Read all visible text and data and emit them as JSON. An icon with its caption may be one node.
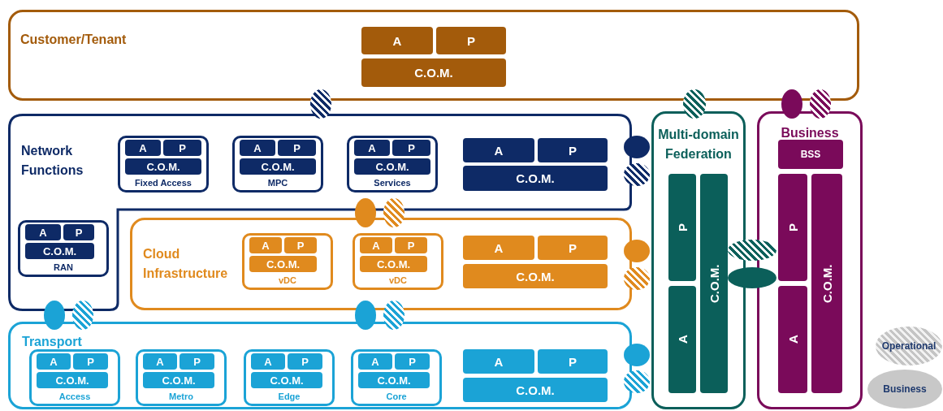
{
  "diagram": {
    "nodes": [
      {
        "text": [
          "Customer/Tenant"
        ]
      },
      {
        "text": [
          "A"
        ],
        "in": 0
      },
      {
        "text": [
          "P"
        ],
        "in": 0
      },
      {
        "text": [
          "C.O.M."
        ],
        "in": 0
      },
      {
        "text": [
          "Network Functions"
        ]
      },
      {
        "text": [
          "Fixed Access"
        ],
        "in": 4
      },
      {
        "text": [
          "A"
        ],
        "in": 5
      },
      {
        "text": [
          "P"
        ],
        "in": 5
      },
      {
        "text": [
          "C.O.M."
        ],
        "in": 5
      },
      {
        "text": [
          "MPC"
        ],
        "in": 4
      },
      {
        "text": [
          "A"
        ],
        "in": 9
      },
      {
        "text": [
          "P"
        ],
        "in": 9
      },
      {
        "text": [
          "C.O.M."
        ],
        "in": 9
      },
      {
        "text": [
          "Services"
        ],
        "in": 4
      },
      {
        "text": [
          "A"
        ],
        "in": 13
      },
      {
        "text": [
          "P"
        ],
        "in": 13
      },
      {
        "text": [
          "C.O.M."
        ],
        "in": 13
      },
      {
        "text": [
          "A"
        ],
        "in": 4
      },
      {
        "text": [
          "P"
        ],
        "in": 4
      },
      {
        "text": [
          "C.O.M."
        ],
        "in": 4
      },
      {
        "text": [
          "RAN"
        ],
        "in": 4
      },
      {
        "text": [
          "A"
        ],
        "in": 20
      },
      {
        "text": [
          "P"
        ],
        "in": 20
      },
      {
        "text": [
          "C.O.M."
        ],
        "in": 20
      },
      {
        "text": [
          "Cloud Infrastructure"
        ]
      },
      {
        "text": [
          "vDC"
        ],
        "in": 24
      },
      {
        "text": [
          "A"
        ],
        "in": 25
      },
      {
        "text": [
          "P"
        ],
        "in": 25
      },
      {
        "text": [
          "C.O.M."
        ],
        "in": 25
      },
      {
        "text": [
          "vDC"
        ],
        "in": 24
      },
      {
        "text": [
          "A"
        ],
        "in": 29
      },
      {
        "text": [
          "P"
        ],
        "in": 29
      },
      {
        "text": [
          "C.O.M."
        ],
        "in": 29
      },
      {
        "text": [
          "A"
        ],
        "in": 24
      },
      {
        "text": [
          "P"
        ],
        "in": 24
      },
      {
        "text": [
          "C.O.M."
        ],
        "in": 24
      },
      {
        "text": [
          "Transport"
        ]
      },
      {
        "text": [
          "Access"
        ],
        "in": 36
      },
      {
        "text": [
          "A"
        ],
        "in": 37
      },
      {
        "text": [
          "P"
        ],
        "in": 37
      },
      {
        "text": [
          "C.O.M."
        ],
        "in": 37
      },
      {
        "text": [
          "Metro"
        ],
        "in": 36
      },
      {
        "text": [
          "A"
        ],
        "in": 41
      },
      {
        "text": [
          "P"
        ],
        "in": 41
      },
      {
        "text": [
          "C.O.M."
        ],
        "in": 41
      },
      {
        "text": [
          "Edge"
        ],
        "in": 36
      },
      {
        "text": [
          "A"
        ],
        "in": 45
      },
      {
        "text": [
          "P"
        ],
        "in": 45
      },
      {
        "text": [
          "C.O.M."
        ],
        "in": 45
      },
      {
        "text": [
          "Core"
        ],
        "in": 36
      },
      {
        "text": [
          "A"
        ],
        "in": 49
      },
      {
        "text": [
          "P"
        ],
        "in": 49
      },
      {
        "text": [
          "C.O.M."
        ],
        "in": 49
      },
      {
        "text": [
          "A"
        ],
        "in": 36
      },
      {
        "text": [
          "P"
        ],
        "in": 36
      },
      {
        "text": [
          "C.O.M."
        ],
        "in": 36
      },
      {
        "text": [
          "Multi-domain Federation"
        ]
      },
      {
        "text": [
          "P"
        ],
        "in": 56
      },
      {
        "text": [
          "A"
        ],
        "in": 56
      },
      {
        "text": [
          "C.O.M."
        ],
        "in": 56
      },
      {
        "text": [
          "Business"
        ]
      },
      {
        "text": [
          "BSS"
        ],
        "in": 60
      },
      {
        "text": [
          "P"
        ],
        "in": 60
      },
      {
        "text": [
          "A"
        ],
        "in": 60
      },
      {
        "text": [
          "C.O.M."
        ],
        "in": 60
      }
    ],
    "legend": [
      {
        "text": "Operational"
      },
      {
        "text": "Business"
      }
    ]
  }
}
